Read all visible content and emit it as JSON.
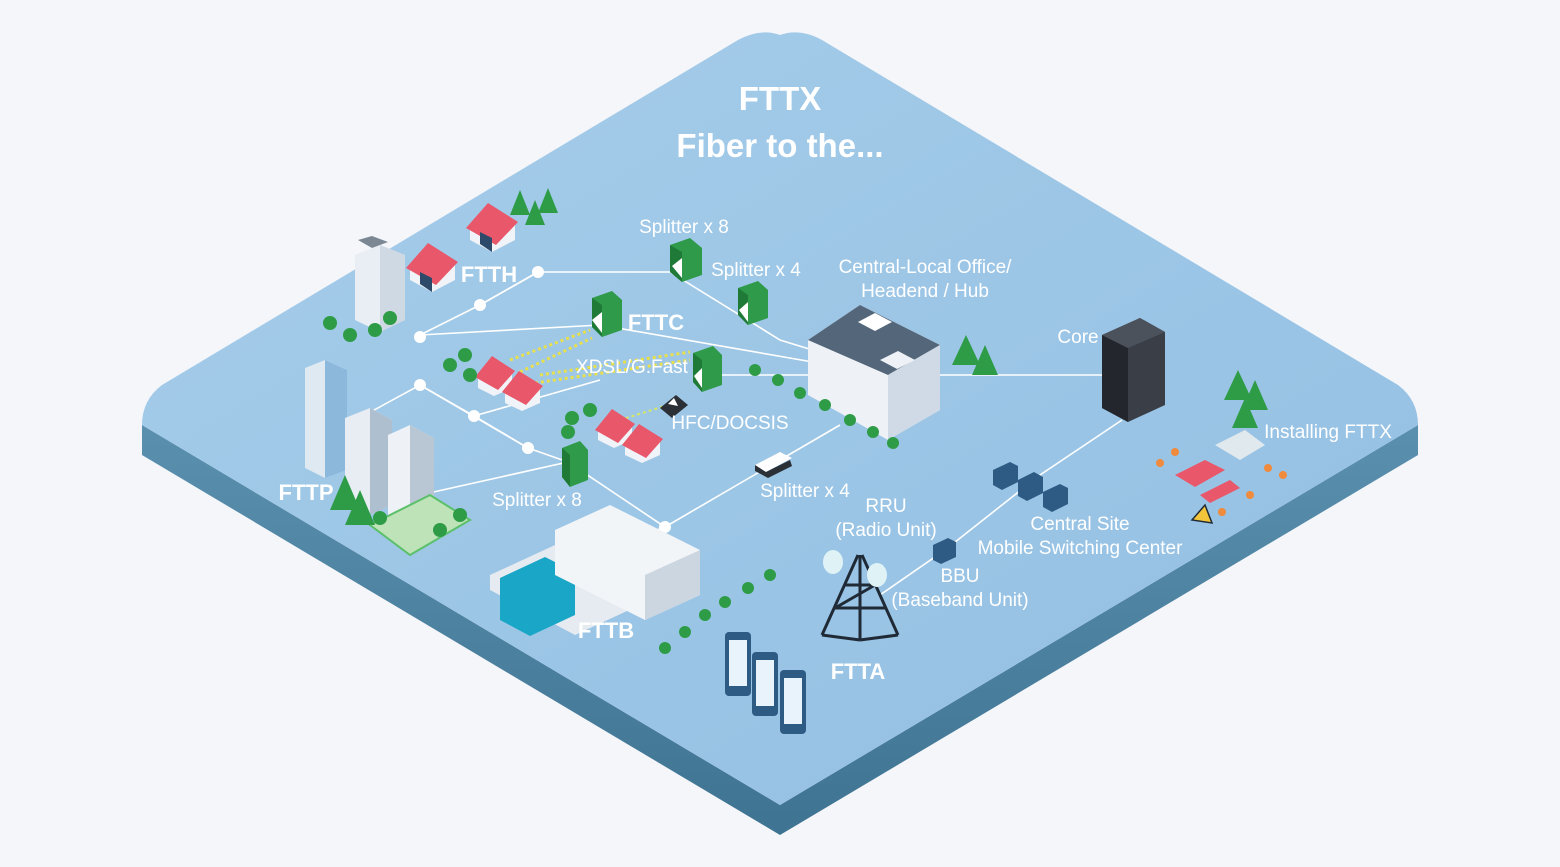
{
  "title": {
    "line1": "FTTX",
    "line2": "Fiber to the..."
  },
  "labels": {
    "ftth": "FTTH",
    "fttc": "FTTC",
    "fttp": "FTTP",
    "fttb": "FTTB",
    "ftta": "FTTA",
    "splitter_x8_top": "Splitter x 8",
    "splitter_x4_top": "Splitter x 4",
    "splitter_x8_bottom": "Splitter x 8",
    "splitter_x4_bottom": "Splitter x 4",
    "xdsl": "XDSL/G.Fast",
    "hfc": "HFC/DOCSIS",
    "central_office_line1": "Central-Local Office/",
    "central_office_line2": "Headend / Hub",
    "core": "Core",
    "installing": "Installing FTTX",
    "central_site_line1": "Central Site",
    "central_site_line2": "Mobile Switching Center",
    "rru_line1": "RRU",
    "rru_line2": "(Radio Unit)",
    "bbu_line1": "BBU",
    "bbu_line2": "(Baseband Unit)"
  },
  "colors": {
    "platform_top": "#9ec6e6",
    "platform_side": "#4f84a3",
    "fiber": "#ffffff",
    "splitter_green": "#2f9a4a",
    "roof_red": "#e9576a",
    "tree_green": "#2e9c47",
    "server_dark": "#2b2f36",
    "cube_blue": "#2d5b84"
  }
}
